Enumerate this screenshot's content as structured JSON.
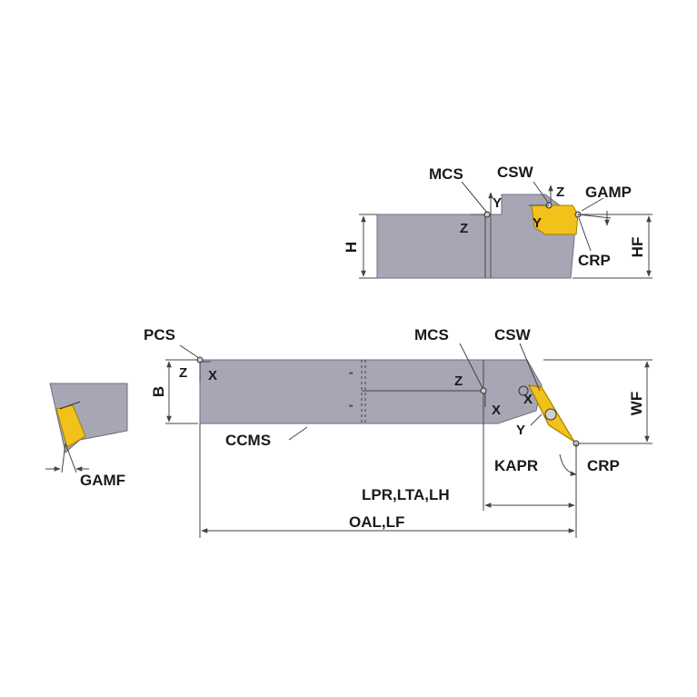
{
  "colors": {
    "body": "#a7a6b4",
    "body_edge": "#6e6d80",
    "insert": "#f2c21a",
    "insert_edge": "#a17d00",
    "line": "#444444"
  },
  "labels": {
    "mcs": "MCS",
    "csw": "CSW",
    "pcs": "PCS",
    "gamp": "GAMP",
    "gamf": "GAMF",
    "crp": "CRP",
    "ccms": "CCMS",
    "kapr": "KAPR",
    "h": "H",
    "hf": "HF",
    "b": "B",
    "wf": "WF",
    "lpr": "LPR,LTA,LH",
    "oal": "OAL,LF",
    "x": "X",
    "y": "Y",
    "z": "Z",
    "tick": "\""
  }
}
